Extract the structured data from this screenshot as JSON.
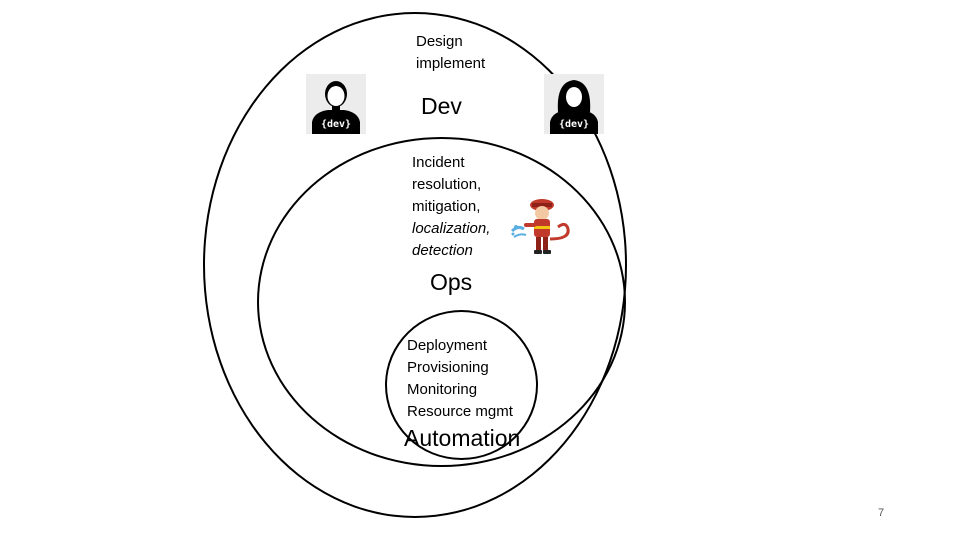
{
  "dev": {
    "items": [
      "Design",
      "implement"
    ],
    "title": "Dev",
    "badge_left": "{dev}",
    "badge_right": "{dev}"
  },
  "ops": {
    "items": [
      "Incident",
      "resolution,",
      "mitigation,"
    ],
    "items_italic": [
      "localization,",
      "detection"
    ],
    "title": "Ops"
  },
  "automation": {
    "items": [
      "Deployment",
      "Provisioning",
      "Monitoring",
      "Resource mgmt"
    ],
    "title": "Automation"
  },
  "page_number": "7",
  "icons": [
    "developer-male-icon",
    "developer-female-icon",
    "firefighter-icon"
  ],
  "colors": {
    "ring": "#000000",
    "hose_water": "#5aaee0",
    "firefighter_red": "#c0392b"
  }
}
